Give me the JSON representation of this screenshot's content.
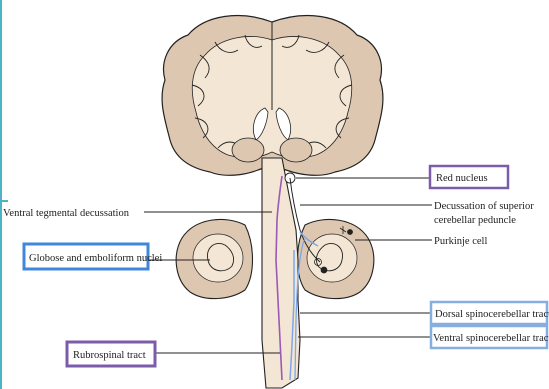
{
  "labels": {
    "red_nucleus": "Red nucleus",
    "decussation_superior_line1": "Decussation of superior",
    "decussation_superior_line2": "cerebellar peduncle",
    "ventral_tegmental": "Ventral tegmental decussation",
    "purkinje": "Purkinje cell",
    "globose": "Globose and emboliform nuclei",
    "dorsal_spino": "Dorsal spinocerebellar tract",
    "ventral_spino": "Ventral spinocerebellar tract",
    "rubrospinal": "Rubrospinal tract"
  },
  "colors": {
    "tissue": "#f3e6d4",
    "cortex": "#ddc7b0",
    "outline": "#222222",
    "purple_box": "#7c5bab",
    "blue_box": "#3f87d8",
    "light_blue_box": "#87aee0",
    "tract_purple": "#9b59b6",
    "tract_blue": "#7ea7e8",
    "accent_teal": "#4fb3c6"
  }
}
